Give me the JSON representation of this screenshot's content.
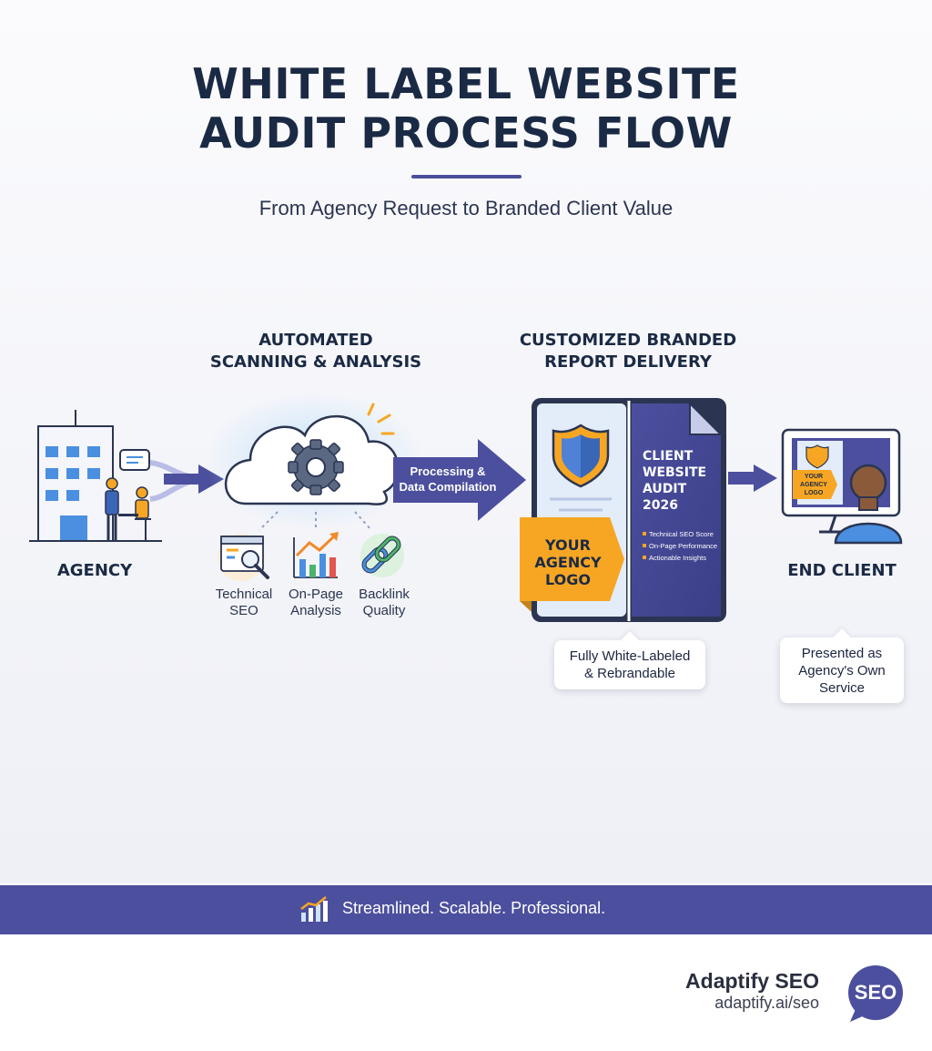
{
  "header": {
    "title_line1": "WHITE LABEL WEBSITE",
    "title_line2": "AUDIT PROCESS FLOW",
    "subtitle": "From Agency Request to Branded Client Value"
  },
  "stages": {
    "agency": {
      "label": "AGENCY"
    },
    "scanning": {
      "title_line1": "AUTOMATED",
      "title_line2": "SCANNING & ANALYSIS",
      "items": [
        {
          "line1": "Technical",
          "line2": "SEO",
          "icon": "magnifier-browser-icon"
        },
        {
          "line1": "On-Page",
          "line2": "Analysis",
          "icon": "growth-chart-icon"
        },
        {
          "line1": "Backlink",
          "line2": "Quality",
          "icon": "chain-link-icon"
        }
      ]
    },
    "processing": {
      "line1": "Processing &",
      "line2": "Data Compilation"
    },
    "report": {
      "title_line1": "CUSTOMIZED BRANDED",
      "title_line2": "REPORT DELIVERY",
      "logo_line1": "YOUR",
      "logo_line2": "AGENCY",
      "logo_line3": "LOGO",
      "doc_title_line1": "CLIENT",
      "doc_title_line2": "WEBSITE",
      "doc_title_line3": "AUDIT",
      "doc_title_line4": "2026",
      "doc_bullets": [
        "Technical SEO Score",
        "On-Page Performance",
        "Actionable Insights"
      ],
      "callout_line1": "Fully White-Labeled",
      "callout_line2": "& Rebrandable"
    },
    "end_client": {
      "label": "END CLIENT",
      "screen_logo_line1": "YOUR",
      "screen_logo_line2": "AGENCY",
      "screen_logo_line3": "LOGO",
      "callout_line1": "Presented as",
      "callout_line2": "Agency's Own",
      "callout_line3": "Service"
    }
  },
  "footer": {
    "tagline": "Streamlined. Scalable. Professional."
  },
  "brand": {
    "name": "Adaptify SEO",
    "url": "adaptify.ai/seo",
    "badge": "SEO"
  },
  "colors": {
    "navy": "#1b2a44",
    "indigo": "#4c4f9e",
    "orange": "#f7a623",
    "light_blue": "#dfe9f8"
  }
}
